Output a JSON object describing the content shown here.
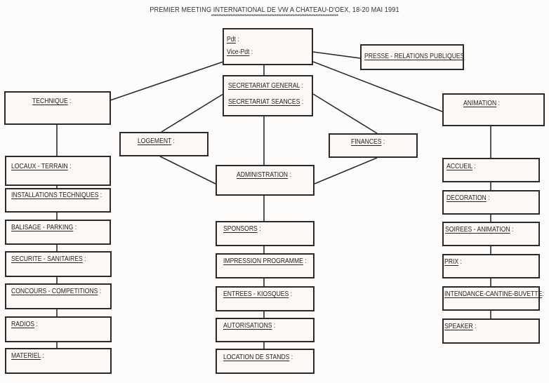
{
  "document": {
    "title": "PREMIER MEETING INTERNATIONAL DE VW A CHATEAU-D'OEX, 18-20 MAI 1991",
    "title_underline": "************************************************************************"
  },
  "nodes": {
    "president": {
      "lines": [
        {
          "text": "Pdt",
          "suffix": " :"
        },
        {
          "text": "Vice-Pdt",
          "suffix": " :"
        }
      ]
    },
    "presse": {
      "lines": [
        {
          "text": "PRESSE - RELATIONS PUBLIQUES",
          "suffix": ""
        }
      ]
    },
    "secretariat": {
      "lines": [
        {
          "text": "SECRETARIAT GENERAL",
          "suffix": " :"
        },
        {
          "text": "SECRETARIAT SEANCES",
          "suffix": " :"
        }
      ]
    },
    "technique": {
      "lines": [
        {
          "text": "TECHNIQUE",
          "suffix": " :"
        }
      ]
    },
    "logement": {
      "lines": [
        {
          "text": "LOGEMENT",
          "suffix": " :"
        }
      ]
    },
    "finances": {
      "lines": [
        {
          "text": "FINANCES",
          "suffix": " :"
        }
      ]
    },
    "administration": {
      "lines": [
        {
          "text": "ADMINISTRATION",
          "suffix": " :"
        }
      ]
    },
    "animation": {
      "lines": [
        {
          "text": "ANIMATION",
          "suffix": " :"
        }
      ]
    }
  },
  "columns": {
    "technique": [
      {
        "text": "LOCAUX - TERRAIN",
        "suffix": " :"
      },
      {
        "text": "INSTALLATIONS TECHNIQUES",
        "suffix": " :"
      },
      {
        "text": "BALISAGE - PARKING",
        "suffix": " :"
      },
      {
        "text": "SECURITE - SANITAIRES",
        "suffix": " :"
      },
      {
        "text": "CONCOURS - COMPETITIONS",
        "suffix": " :"
      },
      {
        "text": "RADIOS",
        "suffix": " :"
      },
      {
        "text": "MATERIEL",
        "suffix": " :"
      }
    ],
    "administration": [
      {
        "text": "SPONSORS",
        "suffix": " :"
      },
      {
        "text": "IMPRESSION PROGRAMME",
        "suffix": " :"
      },
      {
        "text": "ENTREES - KIOSQUES",
        "suffix": " :"
      },
      {
        "text": "AUTORISATIONS",
        "suffix": " :"
      },
      {
        "text": "LOCATION DE STANDS",
        "suffix": " :"
      }
    ],
    "animation": [
      {
        "text": "ACCUEIL",
        "suffix": " :"
      },
      {
        "text": "DECORATION",
        "suffix": " :"
      },
      {
        "text": "SOIREES - ANIMATION",
        "suffix": " :"
      },
      {
        "text": "PRIX",
        "suffix": " :"
      },
      {
        "text": "INTENDANCE-CANTINE-BUVETTE",
        "suffix": ":"
      },
      {
        "text": "SPEAKER",
        "suffix": " :"
      }
    ]
  },
  "connections": [
    [
      "president",
      "presse"
    ],
    [
      "president",
      "secretariat"
    ],
    [
      "president",
      "technique"
    ],
    [
      "president",
      "animation"
    ],
    [
      "secretariat",
      "logement"
    ],
    [
      "secretariat",
      "finances"
    ],
    [
      "secretariat",
      "administration"
    ],
    [
      "logement",
      "administration"
    ],
    [
      "finances",
      "administration"
    ]
  ]
}
